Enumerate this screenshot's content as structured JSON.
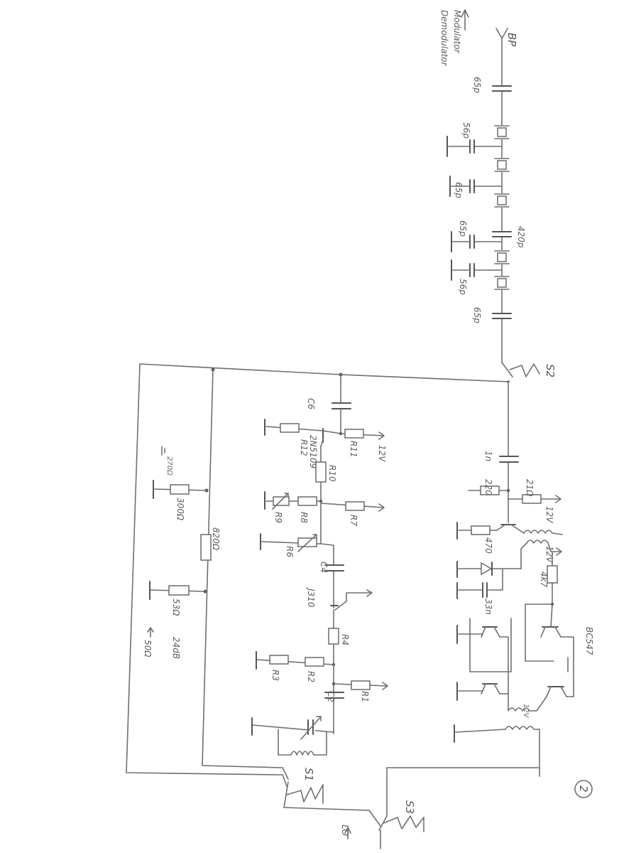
{
  "labels": {
    "modulator": "Modulator",
    "demodulator": "Demodulator",
    "bp": "BP",
    "c_65p_1": "65p",
    "c_56p_1": "56p",
    "c_65p_2": "65p",
    "c_65p_3": "65p",
    "c_420p": "420p",
    "c_56p_2": "56p",
    "c_65p_4": "65p",
    "s2": "S2",
    "c6": "C6",
    "r12": "R12",
    "q_2n5109": "2N5109",
    "r11": "R11",
    "v12_1": "12V",
    "r10": "R10",
    "r9": "R9",
    "r8": "R8",
    "r7": "R7",
    "r6": "R6",
    "c4": "C4",
    "j310": "J310",
    "r4": "R4",
    "r3": "R3",
    "r2": "R2",
    "r1": "R1",
    "c2": "C2",
    "s1": "S1",
    "s3": "S3",
    "lo": "LO",
    "r270": "270Ω",
    "r300": "300Ω",
    "r820": "820Ω",
    "r53": "53Ω",
    "att": "24dB",
    "in50": "50Ω",
    "c1n": "1n",
    "r220": "220",
    "r21": "21Ω",
    "v12_2": "12V",
    "r470": "470",
    "v12_3": "12V",
    "r4k7": "4k7",
    "c33n": "33n",
    "bc547": "BC547",
    "v12_4": "12V",
    "page_no": "2"
  }
}
